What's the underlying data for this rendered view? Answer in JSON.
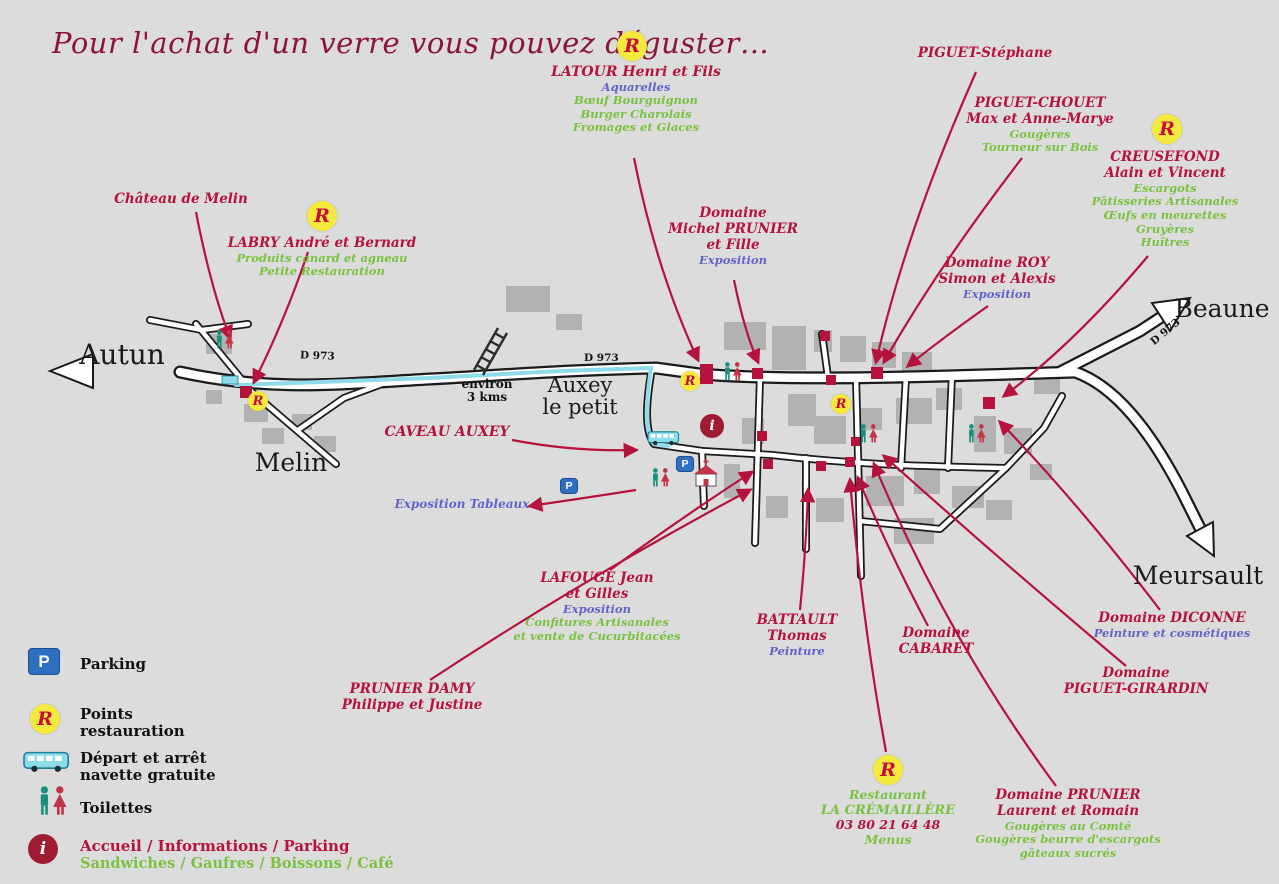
{
  "title": "Pour l'achat d'un verre vous pouvez déguster…",
  "badges": {
    "r": "R",
    "p": "P",
    "i": "i"
  },
  "roads": {
    "d973": "D 973"
  },
  "distance": {
    "line1": "environ",
    "line2": "3 kms"
  },
  "directions": {
    "autun": "Autun",
    "beaune": "Beaune",
    "meursault": "Meursault"
  },
  "villages": {
    "melin": "Melin",
    "auxey_line1": "Auxey",
    "auxey_line2": "le petit"
  },
  "producers": {
    "chateau_melin": {
      "name": "Château de Melin"
    },
    "labry": {
      "name": "LABRY André et Bernard",
      "green1": "Produits canard et agneau",
      "green2": "Petite Restauration"
    },
    "latour": {
      "name": "LATOUR Henri et Fils",
      "blue": "Aquarelles",
      "green1": "Bœuf Bourguignon",
      "green2": "Burger Charolais",
      "green3": "Fromages et Glaces"
    },
    "piguet_stephane": {
      "name": "PIGUET-Stéphane"
    },
    "piguet_chouet": {
      "name1": "PIGUET-CHOUET",
      "name2": "Max et Anne-Marye",
      "green1": "Gougères",
      "green2": "Tourneur sur Bois"
    },
    "creusefond": {
      "name1": "CREUSEFOND",
      "name2": "Alain et Vincent",
      "green1": "Escargots",
      "green2": "Pâtisseries Artisanales",
      "green3": "Œufs en meurettes",
      "green4": "Gruyères",
      "green5": "Huîtres"
    },
    "michel_prunier": {
      "name1": "Domaine",
      "name2": "Michel PRUNIER",
      "name3": "et Fille",
      "blue": "Exposition"
    },
    "roy": {
      "name1": "Domaine ROY",
      "name2": "Simon et Alexis",
      "blue": "Exposition"
    },
    "caveau_auxey": {
      "name": "CAVEAU AUXEY"
    },
    "exposition_tableaux": {
      "blue": "Exposition Tableaux"
    },
    "lafouge": {
      "name1": "LAFOUGE Jean",
      "name2": "et Gilles",
      "blue": "Exposition",
      "green1": "Confitures Artisanales",
      "green2": "et vente de Cucurbitacées"
    },
    "prunier_damy": {
      "name1": "PRUNIER DAMY",
      "name2": "Philippe et Justine"
    },
    "battault": {
      "name1": "BATTAULT",
      "name2": "Thomas",
      "blue": "Peinture"
    },
    "cabaret": {
      "name1": "Domaine",
      "name2": "CABARET"
    },
    "diconne": {
      "name": "Domaine DICONNE",
      "blue": "Peinture et cosmétiques"
    },
    "piguet_girardin": {
      "name1": "Domaine",
      "name2": "PIGUET-GIRARDIN"
    },
    "cremaillere": {
      "green1": "Restaurant",
      "green2": "LA CRÉMAILLÈRE",
      "phone": "03 80 21 64 48",
      "green3": "Menus"
    },
    "prunier_laurent": {
      "name1": "Domaine PRUNIER",
      "name2": "Laurent et Romain",
      "green1": "Gougères au Comté",
      "green2": "Gougères beurre d'escargots",
      "green3": "gâteaux sucrés"
    }
  },
  "legend": {
    "parking": "Parking",
    "restauration_line1": "Points",
    "restauration_line2": "restauration",
    "navette_line1": "Départ et arrêt",
    "navette_line2": "navette gratuite",
    "toilettes": "Toilettes",
    "accueil": "Accueil / Informations / Parking",
    "services": "Sandwiches / Gaufres / Boissons / Café"
  },
  "colors": {
    "red": "#b5123e",
    "green": "#7ac142",
    "blue": "#6363c8",
    "yellow": "#f5e93e",
    "cyan": "#8edce9",
    "background": "#dcdcdc"
  }
}
